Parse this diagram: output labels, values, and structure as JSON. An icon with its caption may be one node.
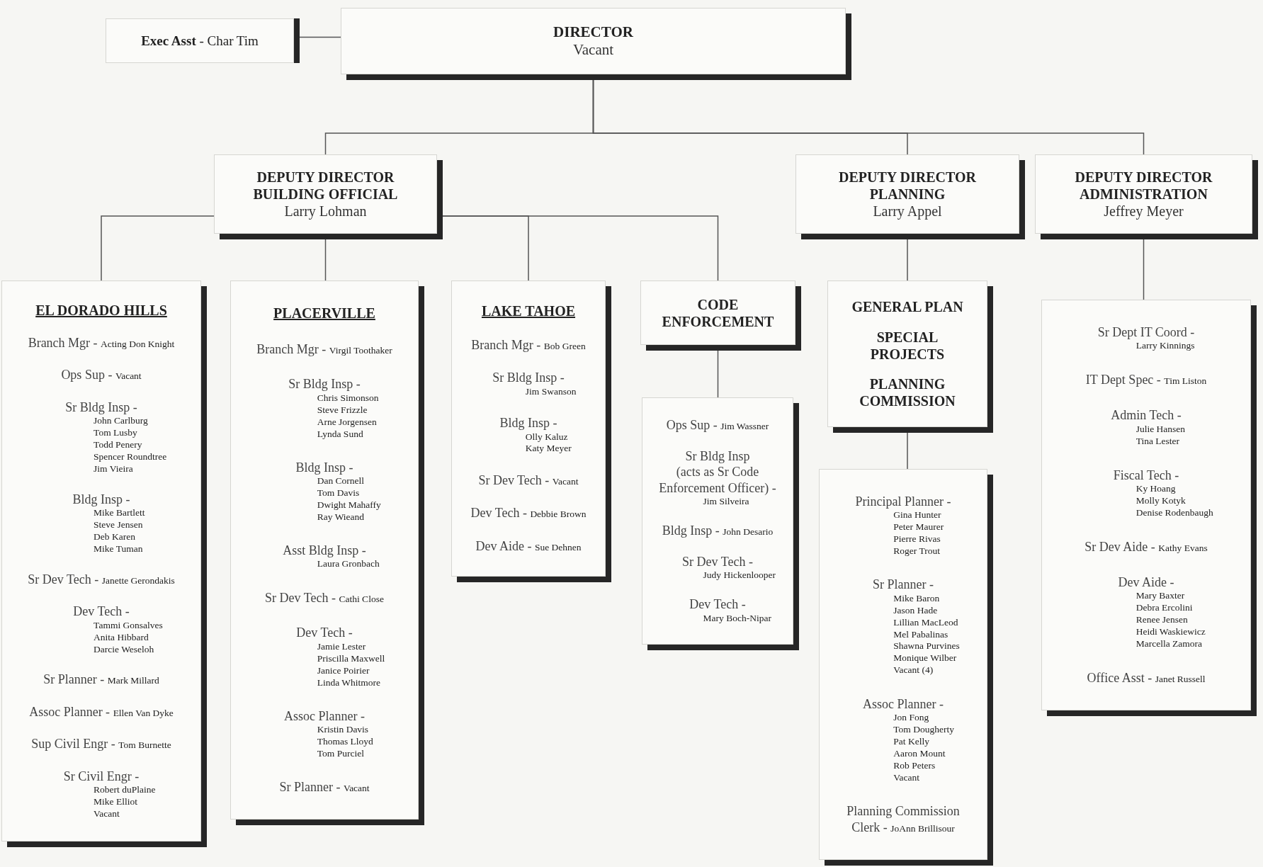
{
  "diagram": {
    "nodes": [
      {
        "text": [
          "**Exec Asst** - Char Tim"
        ]
      },
      {
        "text": [
          "DIRECTOR",
          "Vacant"
        ]
      },
      {
        "text": [
          "DEPUTY DIRECTOR BUILDING OFFICIAL",
          "Larry Lohman"
        ]
      },
      {
        "text": [
          "DEPUTY DIRECTOR PLANNING",
          "Larry Appel"
        ]
      },
      {
        "text": [
          "DEPUTY DIRECTOR ADMINISTRATION",
          "Jeffrey Meyer"
        ]
      },
      {
        "text": [
          "EL DORADO HILLS",
          "Branch Mgr - Acting Don Knight",
          "Ops Sup - Vacant",
          "Sr Bldg Insp - John Carlburg Tom Lusby Todd Penery Spencer Roundtree Jim Vieira",
          "Bldg Insp - Mike Bartlett Steve Jensen Deb Karen Mike Tuman",
          "Sr Dev Tech - Janette Gerondakis",
          "Dev Tech - Tammi Gonsalves Anita Hibbard Darcie Weseloh",
          "Sr Planner - Mark Millard",
          "Assoc Planner - Ellen Van Dyke",
          "Sup Civil Engr - Tom Burnette",
          "Sr Civil Engr - Robert duPlaine Mike Elliot Vacant"
        ]
      },
      {
        "text": [
          "PLACERVILLE",
          "Branch Mgr - Virgil Toothaker",
          "Sr Bldg Insp - Chris Simonson Steve Frizzle Arne Jorgensen Lynda Sund",
          "Bldg Insp - Dan Cornell Tom Davis Dwight Mahaffy Ray Wieand",
          "Asst Bldg Insp - Laura Gronbach",
          "Sr Dev Tech - Cathi Close",
          "Dev Tech - Jamie Lester Priscilla Maxwell Janice Poirier Linda Whitmore",
          "Assoc Planner - Kristin Davis Thomas Lloyd Tom Purciel",
          "Sr Planner - Vacant"
        ]
      },
      {
        "text": [
          "LAKE TAHOE",
          "Branch Mgr - Bob Green",
          "Sr Bldg Insp - Jim Swanson",
          "Bldg Insp - Olly Kaluz Katy Meyer",
          "Sr Dev Tech - Vacant",
          "Dev Tech - Debbie Brown",
          "Dev Aide - Sue Dehnen"
        ]
      },
      {
        "text": [
          "CODE ENFORCEMENT"
        ]
      },
      {
        "text": [
          "Ops Sup - Jim Wassner",
          "Sr Bldg Insp (acts as Sr Code Enforcement Officer) - Jim Silveira",
          "Bldg Insp - John Desario",
          "Sr Dev Tech - Judy Hickenlooper",
          "Dev Tech - Mary Boch-Nipar"
        ]
      },
      {
        "text": [
          "GENERAL PLAN",
          "SPECIAL PROJECTS",
          "PLANNING COMMISSION"
        ]
      },
      {
        "text": [
          "Principal Planner - Gina Hunter Peter Maurer Pierre Rivas Roger Trout",
          "Sr Planner - Mike Baron Jason Hade Lillian MacLeod Mel Pabalinas Shawna Purvines Monique Wilber Vacant (4)",
          "Assoc Planner - Jon Fong Tom Dougherty Pat Kelly Aaron Mount Rob Peters Vacant",
          "Planning Commission Clerk - JoAnn Brillisour"
        ]
      },
      {
        "text": [
          "Sr Dept IT Coord - Larry Kinnings",
          "IT Dept Spec - Tim Liston",
          "Admin Tech - Julie Hansen Tina Lester",
          "Fiscal Tech - Ky Hoang Molly Kotyk Denise Rodenbaugh",
          "Sr Dev Aide - Kathy Evans",
          "Dev Aide - Mary Baxter Debra Ercolini Renee Jensen Heidi Waskiewicz Marcella Zamora",
          "Office Asst - Janet Russell"
        ]
      }
    ],
    "edges": [
      {
        "from": 0,
        "to": 1,
        "arrow": "none"
      },
      {
        "from": 1,
        "to": 2,
        "arrow": "none"
      },
      {
        "from": 1,
        "to": 3,
        "arrow": "none"
      },
      {
        "from": 1,
        "to": 4,
        "arrow": "none"
      },
      {
        "from": 2,
        "to": 5,
        "arrow": "none"
      },
      {
        "from": 2,
        "to": 6,
        "arrow": "none"
      },
      {
        "from": 2,
        "to": 7,
        "arrow": "none"
      },
      {
        "from": 2,
        "to": 8,
        "arrow": "none"
      },
      {
        "from": 8,
        "to": 9,
        "arrow": "none"
      },
      {
        "from": 3,
        "to": 10,
        "arrow": "none"
      },
      {
        "from": 10,
        "to": 11,
        "arrow": "none"
      },
      {
        "from": 4,
        "to": 12,
        "arrow": "none"
      }
    ]
  }
}
